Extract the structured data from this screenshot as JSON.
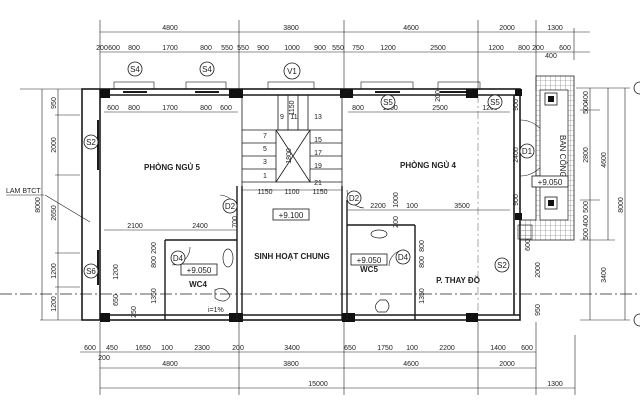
{
  "drawing": {
    "type": "architectural floor plan",
    "line_color": "#1a1a1a",
    "hatch_color": "#555555",
    "background": "#ffffff"
  },
  "rooms": {
    "bedroom5": "PHÒNG NGỦ 5",
    "bedroom4": "PHÒNG NGỦ 4",
    "living": "SINH HOẠT CHUNG",
    "wc4": "WC4",
    "wc5": "WC5",
    "dressing": "P. THAY ĐỒ",
    "balcony": "BAN CÔNG"
  },
  "labels": {
    "lam_btct": "LAM BTCT",
    "slope": "i=1%"
  },
  "levels": {
    "living": "+9.100",
    "wc4": "+9.050",
    "wc5": "+9.050",
    "balcony": "+9.050"
  },
  "tags": {
    "s4a": "S4",
    "s4b": "S4",
    "v1": "V1",
    "s5a": "S5",
    "s5b": "S5",
    "s2_left": "S2",
    "s6_left": "S6",
    "s2_right": "S2",
    "d2a": "D2",
    "d2b": "D2",
    "d4a": "D4",
    "d4b": "D4",
    "d1": "D1"
  },
  "stair": {
    "steps_left": [
      "7",
      "5",
      "3",
      "1"
    ],
    "steps_right": [
      "13",
      "15",
      "17",
      "19",
      "21"
    ],
    "steps_top": [
      "9",
      "11"
    ],
    "landing_a": "1150",
    "landing_b": "1100",
    "landing_c": "1150",
    "well": "1800",
    "top_gap": "1150"
  },
  "dims_top": {
    "overall": [
      "4800",
      "3800",
      "4600",
      "2000",
      "1300"
    ],
    "detail": [
      "200",
      "600",
      "800",
      "1700",
      "800",
      "550",
      "550",
      "900",
      "1000",
      "900",
      "550",
      "750",
      "1200",
      "2500",
      "1200",
      "800",
      "200",
      "400",
      "600"
    ]
  },
  "dims_bottom": {
    "detail": [
      "600",
      "200",
      "450",
      "1650",
      "100",
      "2300",
      "200",
      "3400",
      "650",
      "1750",
      "100",
      "2200",
      "1400",
      "600"
    ],
    "overall": [
      "4800",
      "3800",
      "4600",
      "2000"
    ],
    "total": "15000",
    "extra": "1300"
  },
  "dims_left": {
    "chain": [
      "950",
      "2000",
      "2650",
      "1200",
      "1200"
    ],
    "total": "8000"
  },
  "dims_right": {
    "chain": [
      "400",
      "500",
      "2800",
      "500",
      "400",
      "500"
    ],
    "sub": "4600",
    "lower": "3400",
    "total": "8000"
  },
  "dims_interior": {
    "b5_top": [
      "600",
      "800",
      "1700",
      "800",
      "600"
    ],
    "b5_bottom": [
      "2100",
      "2400"
    ],
    "b4_top": [
      "800",
      "1200",
      "2500",
      "1200"
    ],
    "b4_bottom": [
      "2200",
      "100",
      "3500"
    ],
    "wc4_side": [
      "200",
      "800",
      "1350",
      "700"
    ],
    "wc4_left": [
      "1200",
      "650",
      "250"
    ],
    "wc5_side": [
      "800",
      "800",
      "1350"
    ],
    "wc5_top": [
      "1000",
      "200"
    ],
    "b4_door": "2400",
    "b4_door_side": [
      "900",
      "900"
    ],
    "dressing_side": [
      "600",
      "2000",
      "950"
    ],
    "wall_mark": "200",
    "d4_200": "200"
  }
}
